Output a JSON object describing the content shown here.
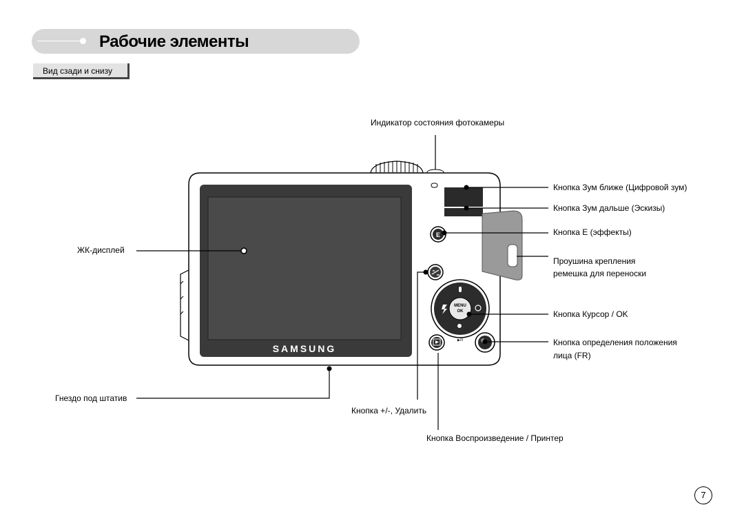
{
  "header": {
    "title": "Рабочие элементы"
  },
  "subtab": {
    "label": "Вид сзади и снизу"
  },
  "labels": {
    "status_led": "Индикатор состояния фотокамеры",
    "zoom_in": "Кнопка Зум ближе (Цифровой зум)",
    "zoom_out": "Кнопка Зум дальше (Эскизы)",
    "e_button": "Кнопка E (эффекты)",
    "strap_line1": "Проушина крепления",
    "strap_line2": "ремешка для переноски",
    "cursor_ok": "Кнопка Курсор / OK",
    "fr_line1": "Кнопка определения положения",
    "fr_line2": "лица (FR)",
    "lcd": "ЖК-дисплей",
    "tripod": "Гнездо под штатив",
    "plus_minus_delete": "Кнопка +/-, Удалить",
    "playback_printer": "Кнопка Воспроизведение / Принтер"
  },
  "camera": {
    "brand": "SAMSUNG",
    "menu_top": "MENU",
    "menu_bottom": "OK",
    "e_key": "E",
    "play_pause": "▶/II"
  },
  "page_number": "7"
}
